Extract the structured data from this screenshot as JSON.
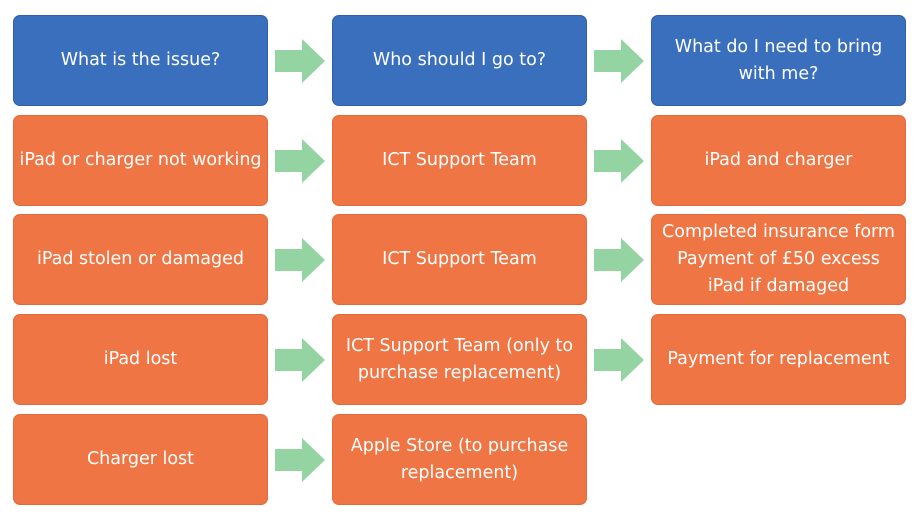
{
  "colors": {
    "header": "#3a6fbe",
    "cell": "#ef7544",
    "arrow": "#94d3a2",
    "text": "#ffffff"
  },
  "headers": [
    "What is the issue?",
    "Who should I go to?",
    "What do I need to bring\nwith me?"
  ],
  "rows": [
    {
      "issue": "iPad or charger not working",
      "contact": "ICT Support Team",
      "bring": "iPad and charger"
    },
    {
      "issue": "iPad stolen or damaged",
      "contact": "ICT Support Team",
      "bring": "Completed insurance form\nPayment of £50 excess\niPad if damaged"
    },
    {
      "issue": "iPad lost",
      "contact": "ICT Support Team (only to\npurchase replacement)",
      "bring": "Payment for replacement"
    },
    {
      "issue": "Charger lost",
      "contact": "Apple Store (to purchase\nreplacement)"
    }
  ]
}
